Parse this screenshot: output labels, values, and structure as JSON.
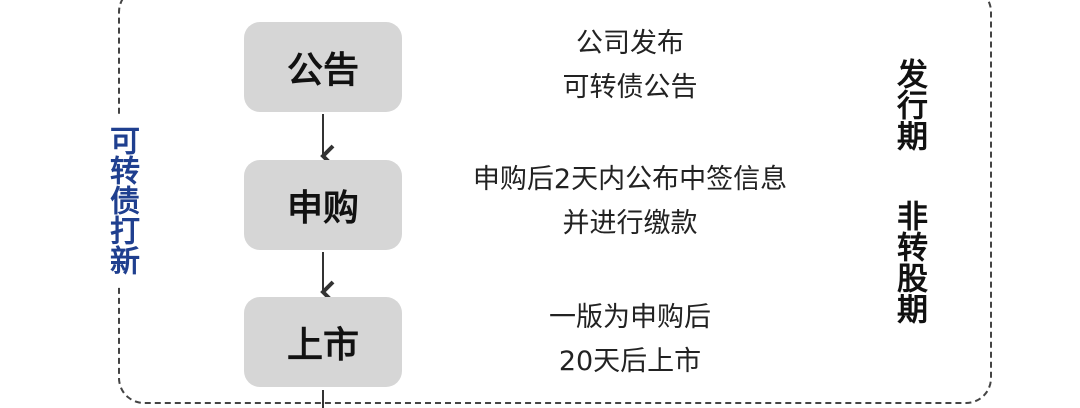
{
  "side_label": "可转债打新",
  "steps": [
    {
      "label": "公告",
      "desc_lines": [
        "公司发布",
        "可转债公告"
      ]
    },
    {
      "label": "申购",
      "desc_lines": [
        "申购后2天内公布中签信息",
        "并进行缴款"
      ]
    },
    {
      "label": "上市",
      "desc_lines": [
        "一版为申购后",
        "20天后上市"
      ]
    }
  ],
  "phases": [
    "发行期",
    "非转股期"
  ],
  "colors": {
    "side_label": "#1f3f8f",
    "step_box": "#d6d6d6",
    "frame": "#444444"
  }
}
